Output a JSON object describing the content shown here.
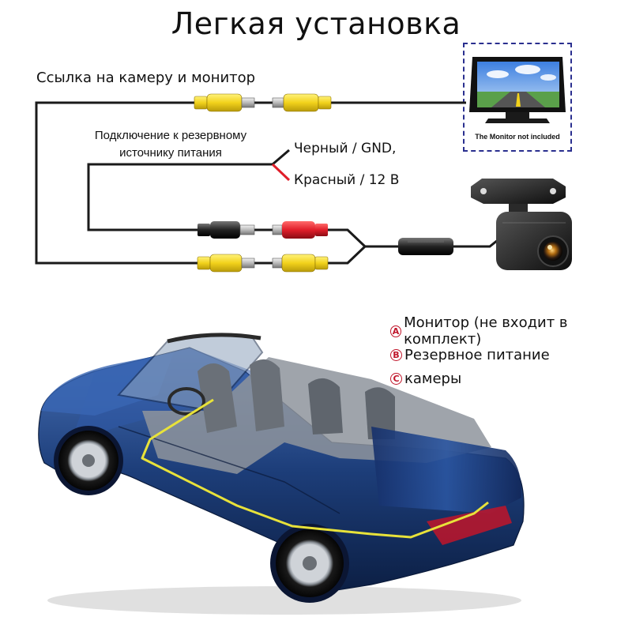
{
  "title": "Легкая установка",
  "labels": {
    "video_link": "Ссылка на камеру и монитор",
    "power_line1": "Подключение к резервному",
    "power_line2": "источнику питания",
    "black_wire": "Черный / GND,",
    "red_wire": "Красный / 12 В",
    "monitor_caption": "The  Monitor not included"
  },
  "legend": [
    {
      "badge": "A",
      "text": "Монитор (не входит в комплект)"
    },
    {
      "badge": "B",
      "text": "Резервное питание"
    },
    {
      "badge": "C",
      "text": "камеры"
    }
  ],
  "markers": {
    "a": "A",
    "b": "B",
    "c": "C"
  },
  "colors": {
    "wire": "#1a1a1a",
    "rca_yellow": "#f2d21b",
    "rca_red": "#e01e2a",
    "car_body": "#1d3e7a",
    "route_line": "#e8e23a",
    "marker_red": "#c0152a",
    "dash_border": "#2a2f8f"
  },
  "icons": [
    "monitor-icon",
    "camera-icon",
    "car-illustration"
  ]
}
